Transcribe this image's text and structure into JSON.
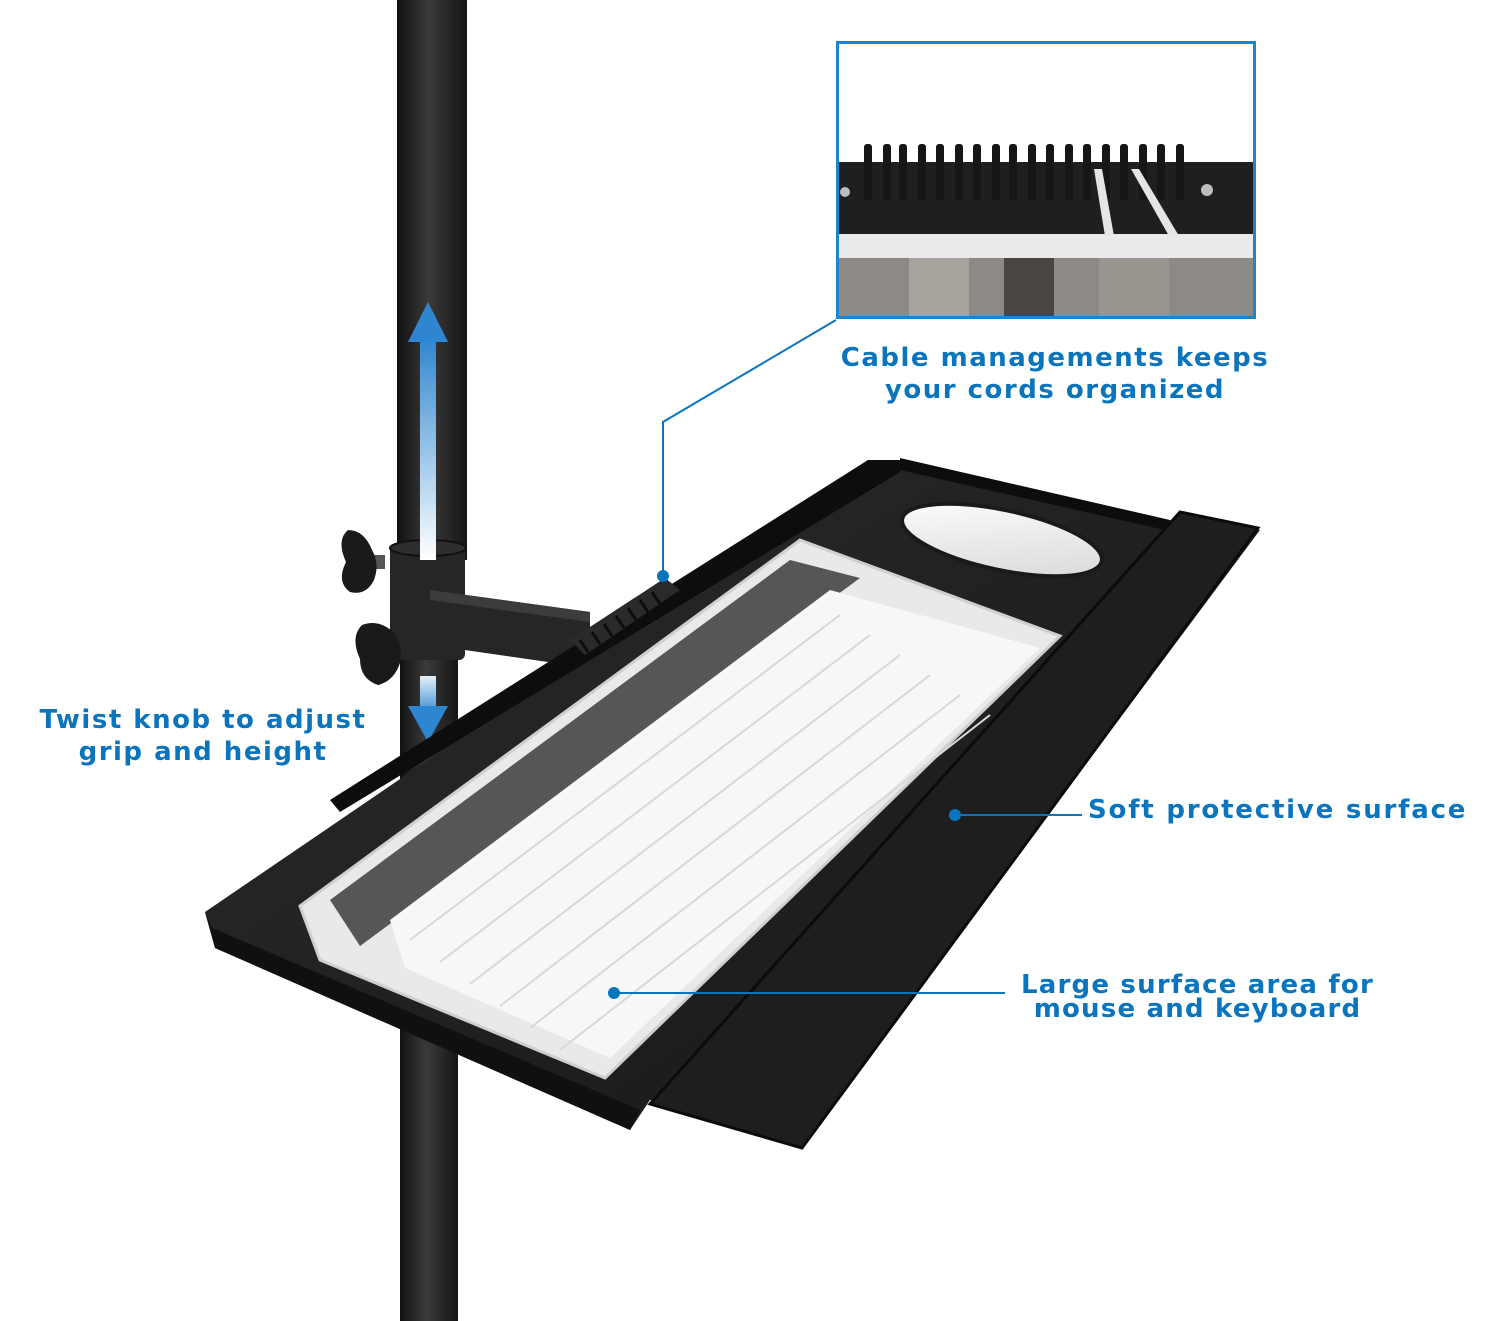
{
  "callouts": {
    "cable_management": {
      "line1": "Cable managements keeps",
      "line2": "your cords organized"
    },
    "twist_knob": {
      "line1": "Twist knob to adjust",
      "line2": "grip and height"
    },
    "soft_surface": {
      "text": "Soft protective surface"
    },
    "large_surface": {
      "line1": "Large surface area for",
      "line2": "mouse and keyboard"
    }
  },
  "colors": {
    "accent_blue": "#0a74bd",
    "inset_border": "#1a86d0",
    "metal_black": "#1c1c1c",
    "keyboard_white": "#f2f2f2"
  },
  "icons": {
    "height_arrow": "up-down-arrow-icon",
    "callout_dot": "callout-dot-icon"
  }
}
